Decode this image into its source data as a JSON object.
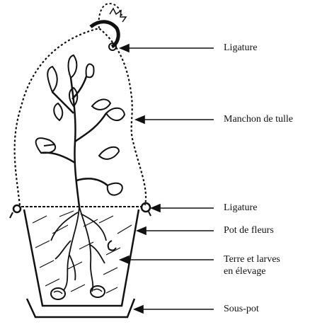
{
  "labels": {
    "ligature_top": "Ligature",
    "manchon": "Manchon de tulle",
    "ligature_bottom": "Ligature",
    "pot": "Pot de fleurs",
    "terre_line1": "Terre et larves",
    "terre_line2": "en élevage",
    "sous_pot": "Sous-pot"
  }
}
